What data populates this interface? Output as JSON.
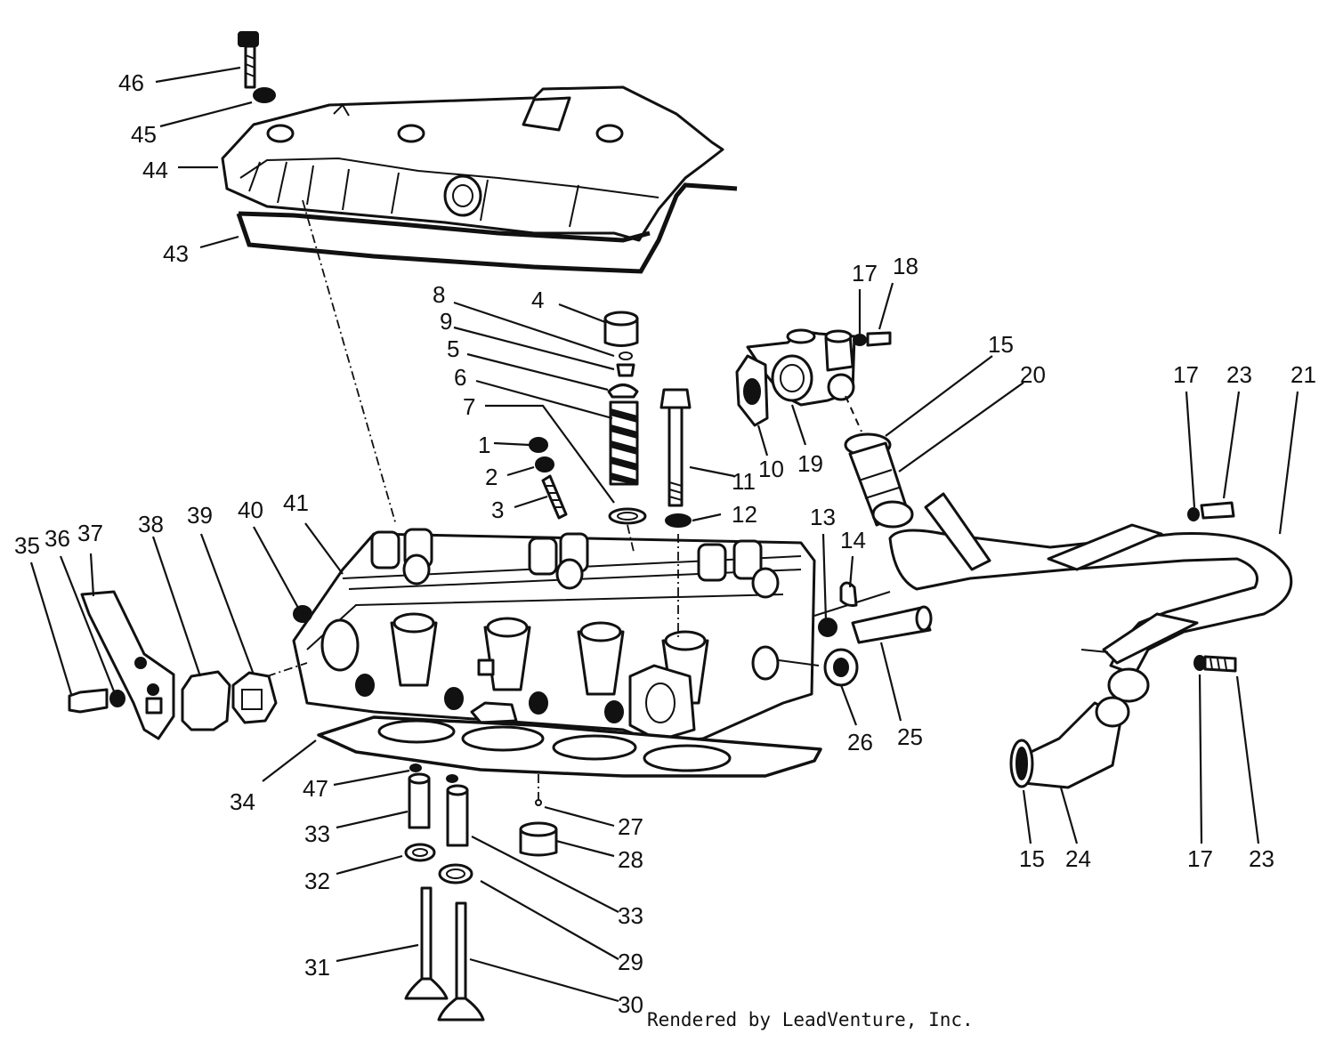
{
  "credit": "Rendered by LeadVenture, Inc.",
  "callouts": {
    "c46": "46",
    "c45": "45",
    "c44": "44",
    "c43": "43",
    "c8": "8",
    "c4": "4",
    "c9": "9",
    "c5": "5",
    "c6": "6",
    "c7": "7",
    "c1": "1",
    "c2": "2",
    "c3": "3",
    "c11": "11",
    "c12": "12",
    "c17a": "17",
    "c18": "18",
    "c15a": "15",
    "c20": "20",
    "c10": "10",
    "c19": "19",
    "c17b": "17",
    "c23a": "23",
    "c21": "21",
    "c13": "13",
    "c14": "14",
    "c25": "25",
    "c26": "26",
    "c35": "35",
    "c36": "36",
    "c37": "37",
    "c38": "38",
    "c39": "39",
    "c40": "40",
    "c41": "41",
    "c34": "34",
    "c47": "47",
    "c33a": "33",
    "c27": "27",
    "c28": "28",
    "c32": "32",
    "c33b": "33",
    "c29": "29",
    "c31": "31",
    "c30": "30",
    "c15b": "15",
    "c24": "24",
    "c17c": "17",
    "c23b": "23"
  }
}
